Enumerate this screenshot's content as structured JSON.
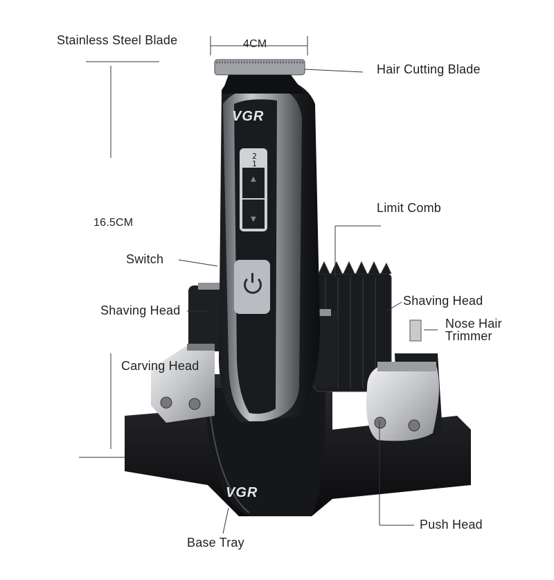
{
  "labels": {
    "stainless_steel_blade": "Stainless Steel Blade",
    "width": "4CM",
    "hair_cutting_blade": "Hair Cutting Blade",
    "limit_comb": "Limit Comb",
    "height": "16.5CM",
    "switch": "Switch",
    "shaving_head_left": "Shaving Head",
    "shaving_head_right": "Shaving Head",
    "nose_hair_line1": "Nose Hair",
    "nose_hair_line2": "Trimmer",
    "carving_head": "Carving Head",
    "push_head": "Push Head",
    "base_tray": "Base Tray"
  },
  "logo": {
    "clipper": "VGR",
    "base": "VGR",
    "dial_top": "2",
    "dial_bottom": "1"
  },
  "icons": {
    "power": "power-icon",
    "up": "triangle-up-icon",
    "down": "triangle-down-icon"
  },
  "colors": {
    "body_black": "#141518",
    "silver": "#b9bcc0",
    "line": "#333333"
  }
}
